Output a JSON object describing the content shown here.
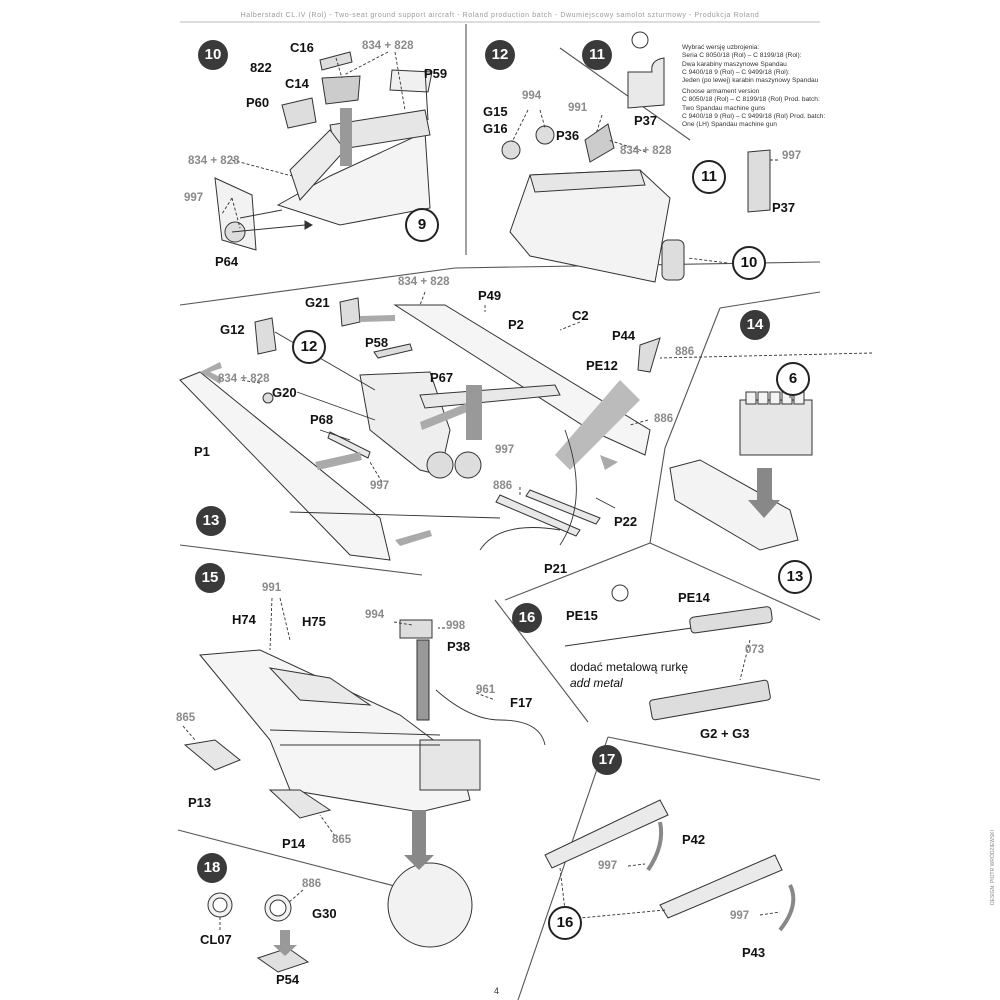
{
  "header": {
    "title": "Halberstadt CL.IV (Rol) - Two-seat ground support aircraft - Roland production batch - Dwumiejscowy samolot szturmowy - Produkcja Roland"
  },
  "steps": {
    "s10": "10",
    "s11": "11",
    "s12": "12",
    "s13": "13",
    "s14": "14",
    "s15": "15",
    "s16": "16",
    "s17": "17",
    "s18": "18"
  },
  "refs": {
    "r9": "9",
    "r10": "10",
    "r11": "11",
    "r12": "12",
    "r13": "13",
    "r6": "6",
    "r13b": "13",
    "r16": "16"
  },
  "step10": {
    "c16": "C16",
    "n822": "822",
    "c14": "C14",
    "n834a": "834 + 828",
    "p59": "P59",
    "p60": "P60",
    "n834b": "834 + 828",
    "n997": "997",
    "p64": "P64"
  },
  "step11": {
    "note_pl": [
      "Wybrać wersję uzbrojenia:",
      "Seria C 8050/18 (Rol) – C 8199/18 (Rol):",
      "Dwa karabiny maszynowe Spandau",
      "C 9400/18 9 (Rol) – C 9499/18 (Rol):",
      "Jeden (po lewej) karabin maszynowy Spandau"
    ],
    "note_en": [
      "Choose armament version",
      "C 8050/18 (Rol) – C 8199/18 (Rol) Prod. batch:",
      "Two Spandau machine guns",
      "C 9400/18 9 (Rol) – C 9499/18 (Rol) Prod. batch:",
      "One (LH) Spandau machine gun"
    ],
    "p37a": "P37",
    "n997": "997",
    "p37b": "P37"
  },
  "step12": {
    "n994": "994",
    "g15": "G15",
    "g16": "G16",
    "n991": "991",
    "p36": "P36",
    "n834": "834 + 828"
  },
  "step13": {
    "n834top": "834 + 828",
    "p49": "P49",
    "g21": "G21",
    "p2": "P2",
    "c2": "C2",
    "p44": "P44",
    "n886a": "886",
    "g12": "G12",
    "p58": "P58",
    "pe12": "PE12",
    "n834left": "834 + 828",
    "p67": "P67",
    "g20": "G20",
    "n886b": "886",
    "p68": "P68",
    "n997a": "997",
    "p1": "P1",
    "n997b": "997",
    "n886c": "886",
    "p22": "P22",
    "p21": "P21"
  },
  "step15": {
    "n991": "991",
    "h74": "H74",
    "h75": "H75",
    "n994": "994",
    "n998": "998",
    "p38": "P38",
    "n961": "961",
    "f17": "F17",
    "n865a": "865",
    "p13": "P13",
    "p14": "P14",
    "n865b": "865"
  },
  "step16": {
    "pe15": "PE15",
    "pe14": "PE14",
    "n073": "073",
    "caption_pl": "dodać metalową rurkę",
    "caption_en": "add metal",
    "g2g3": "G2 + G3"
  },
  "step17": {
    "p42": "P42",
    "n997a": "997",
    "n997b": "997",
    "p43": "P43"
  },
  "step18": {
    "n886": "886",
    "g30": "G30",
    "cl07": "CL07",
    "p54": "P54"
  },
  "footer": {
    "page": "4",
    "credit": "DESIGN: PIOTR WRÓDZIEWSKI"
  }
}
